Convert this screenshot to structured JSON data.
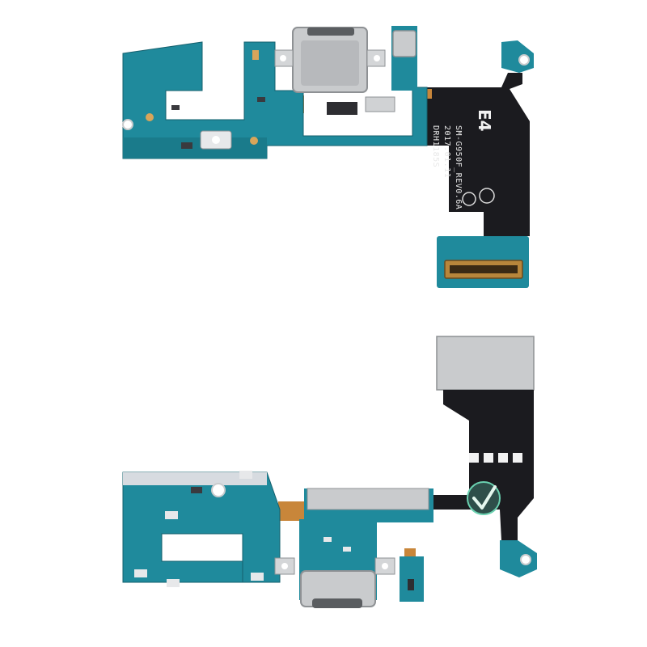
{
  "colors": {
    "background": "#ffffff",
    "pcb_teal": "#1f8a9c",
    "pcb_dark": "#15606e",
    "flex_black": "#1b1b1f",
    "flex_amber": "#c8863a",
    "metal": "#c9cbcd",
    "metal_dark": "#8e9194",
    "connector_gold": "#b7863b"
  },
  "top_part": {
    "labels": {
      "code": "E4",
      "model": "SM-G950F_REV0.6A",
      "date": "2017.01.11",
      "batch": "DRH1185S"
    }
  },
  "bottom_part": {}
}
